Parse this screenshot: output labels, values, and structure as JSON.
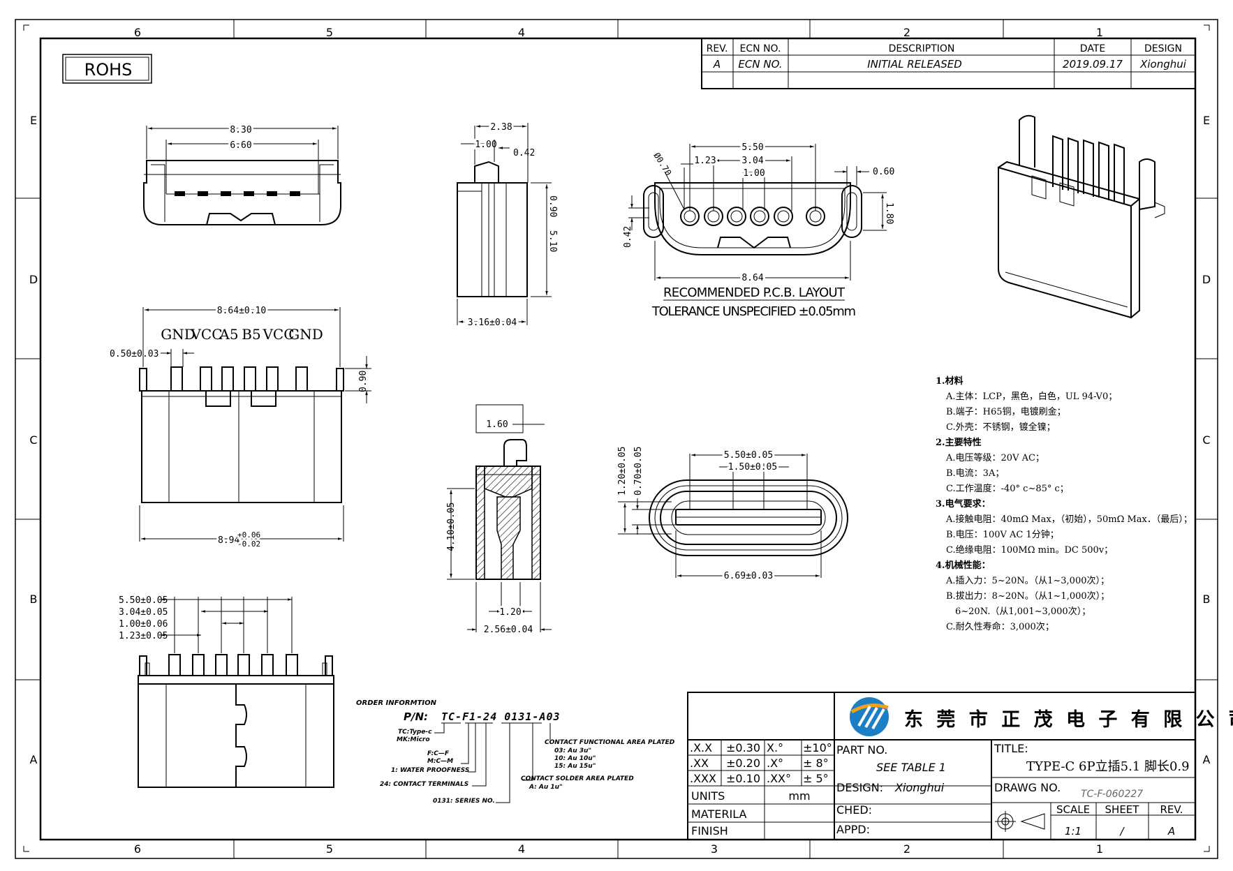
{
  "frame": {
    "col_labels": [
      "6",
      "5",
      "4",
      "3",
      "2",
      "1"
    ],
    "row_labels": [
      "E",
      "D",
      "C",
      "B",
      "A"
    ]
  },
  "rohs": "ROHS",
  "revision_table": {
    "headers": {
      "rev": "REV.",
      "ecn": "ECN  NO.",
      "description": "DESCRIPTION",
      "date": "DATE",
      "design": "DESIGN"
    },
    "row": {
      "rev": "A",
      "ecn": "ECN  NO.",
      "description": "INITIAL  RELEASED",
      "date": "2019.09.17",
      "design": "Xionghui"
    }
  },
  "view_top": {
    "dim_overall": "8.30",
    "dim_inner": "6.60"
  },
  "view_side_top": {
    "dim_width": "2.38",
    "dim_a": "1.00",
    "dim_b": "0.42",
    "dim_c": "0.90",
    "dim_height": "5.10",
    "dim_bottom": "3.16±0.04"
  },
  "pcb_layout": {
    "dim_550": "5.50",
    "dim_123": "1.23",
    "dim_304": "3.04",
    "dim_100": "1.00",
    "dim_060": "0.60",
    "dim_070": "Ø0.70",
    "dim_180": "1.80",
    "dim_042": "0.42",
    "dim_864": "8.64",
    "title": "RECOMMENDED   P.C.B.  LAYOUT",
    "tolerance": "TOLERANCE  UNSPECIFIED  ±0.05mm"
  },
  "view_front": {
    "dim_top": "8.64±0.10",
    "dim_pin": "0.50±0.03",
    "pin_labels": [
      "GND",
      "VCC",
      "A5",
      "B5",
      "VCC",
      "GND"
    ],
    "dim_090": "0.90",
    "dim_bottom_base": "8.94",
    "dim_bottom_tol_plus": "+0.06",
    "dim_bottom_tol_minus": "-0.02"
  },
  "view_section": {
    "dim_160": "1.60",
    "dim_410": "4.10±0.05",
    "dim_120": "1.20",
    "dim_256": "2.56±0.04"
  },
  "view_opening": {
    "dim_550": "5.50±0.05",
    "dim_150": "1.50±0.05",
    "dim_120": "1.20±0.05",
    "dim_070": "0.70±0.05",
    "dim_669": "6.69±0.03"
  },
  "view_bottom": {
    "dims": [
      "5.50±0.05",
      "3.04±0.05",
      "1.00±0.06",
      "1.23±0.05"
    ]
  },
  "specs": [
    "1.材料",
    "A.主体：LCP，黑色，白色，UL 94-V0；",
    "B.端子：H65铜，电镀刷金；",
    "C.外壳：不锈钢，镀全镍；",
    "2.主要特性",
    "A.电压等级：20V AC；",
    "B.电流：3A；",
    "C.工作温度：-40° c~85° c；",
    "3.电气要求：",
    "A.接触电阻：40mΩ Max，（初始），50mΩ Max．（最后）；",
    "B.电压：100V AC 1分钟；",
    "C.绝缘电阻：100MΩ min。DC 500v；",
    "4.机械性能：",
    "A.插入力：5~20N。（从1~3,000次）；",
    "B.拔出力：8~20N。（从1~1,000次）；",
    "6~20N.（从1,001~3,000次）；",
    "C.耐久性寿命：3,000次；"
  ],
  "order_info": {
    "title": "ORDER INFORMTION",
    "pn_label": "P/N:",
    "pn": "TC-F1-24 0131-A03",
    "notes": [
      "TC:Type-c",
      "MK:Micro",
      "F:C—F",
      "M:C—M",
      "1: WATER PROOFNESS",
      "24: CONTACT TERMINALS",
      "0131: SERIES NO.",
      "CONTACT FUNCTIONAL AREA PLATED",
      "03: Au 3u\"",
      "10: Au 10u\"",
      "15: Au 15u\"",
      "CONTACT SOLDER AREA PLATED",
      "A: Au 1u\""
    ]
  },
  "title_block": {
    "tolerances": [
      {
        "a": ".X.X",
        "b": "±0.30",
        "c": "X.°",
        "d": "±10°"
      },
      {
        "a": ".XX",
        "b": "±0.20",
        "c": ".X°",
        "d": "± 8°"
      },
      {
        "a": ".XXX",
        "b": "±0.10",
        "c": ".XX°",
        "d": "± 5°"
      }
    ],
    "units_label": "UNITS",
    "units_value": "mm",
    "materila_label": "MATERILA",
    "finish_label": "FINISH",
    "company": "东 莞 市 正 茂 电 子 有 限 公 司",
    "part_no_label": "PART  NO.",
    "part_no_value": "SEE  TABLE  1",
    "title_label": "TITLE:",
    "title_value": "TYPE-C 6P立插5.1 脚长0.9",
    "design_label": "DESIGN:",
    "design_value": "Xionghui",
    "drawg_label": "DRAWG  NO.",
    "drawg_value": "TC-F-060227",
    "ched_label": "CHED:",
    "appd_label": "APPD:",
    "scale_label": "SCALE",
    "scale_value": "1:1",
    "sheet_label": "SHEET",
    "sheet_value": "/",
    "rev_label": "REV.",
    "rev_value": "A",
    "logo_color": "#1a7fc4",
    "logo_accent": "#f0a020"
  }
}
